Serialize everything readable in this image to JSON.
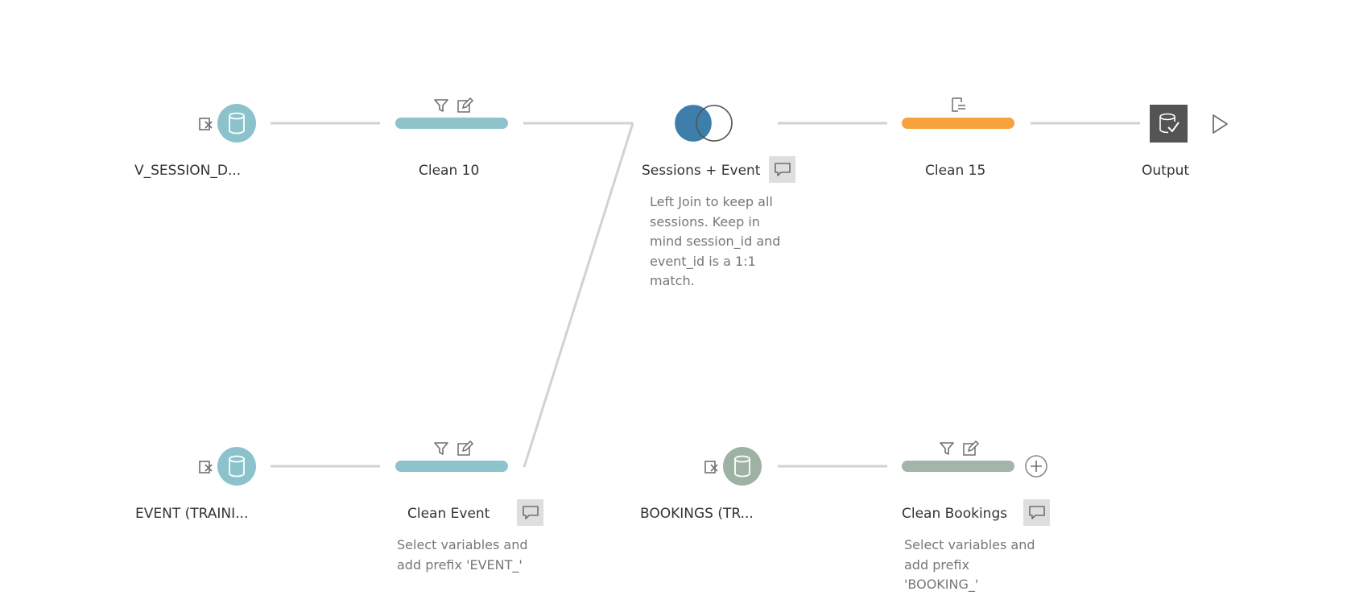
{
  "colors": {
    "input_teal": "#8bc2cc",
    "clean_teal": "#8fc3cc",
    "join_blue": "#3d7eab",
    "clean_orange": "#f7a33b",
    "input_sage": "#9eb2a4",
    "clean_sage": "#a2b5a8",
    "output_dark": "#545454",
    "connector": "#d2d2d2",
    "icon": "#6f6f6f"
  },
  "nodes": {
    "v_session": {
      "label": "V_SESSION_D...",
      "type": "input",
      "icon": "database-icon"
    },
    "clean10": {
      "label": "Clean 10",
      "type": "clean",
      "icons": [
        "filter-icon",
        "edit-icon"
      ]
    },
    "join": {
      "label": "Sessions + Event",
      "type": "join",
      "icon": "venn-join-icon",
      "note_lines": [
        "Left Join to keep all",
        "sessions. Keep in",
        "mind session_id and",
        "event_id is a 1:1",
        "match."
      ]
    },
    "clean15": {
      "label": "Clean 15",
      "type": "clean",
      "icons": [
        "rename-icon"
      ]
    },
    "output": {
      "label": "Output",
      "type": "output",
      "icon": "output-check-icon"
    },
    "event": {
      "label": "EVENT (TRAINI...",
      "type": "input",
      "icon": "database-icon"
    },
    "clean_event": {
      "label": "Clean Event",
      "type": "clean",
      "icons": [
        "filter-icon",
        "edit-icon"
      ],
      "note_lines": [
        "Select variables and",
        "add prefix 'EVENT_'"
      ]
    },
    "bookings": {
      "label": "BOOKINGS (TR...",
      "type": "input",
      "icon": "database-icon"
    },
    "clean_bookings": {
      "label": "Clean Bookings",
      "type": "clean",
      "icons": [
        "filter-icon",
        "edit-icon"
      ],
      "note_lines": [
        "Select variables and",
        "add prefix",
        "'BOOKING_'"
      ]
    }
  }
}
